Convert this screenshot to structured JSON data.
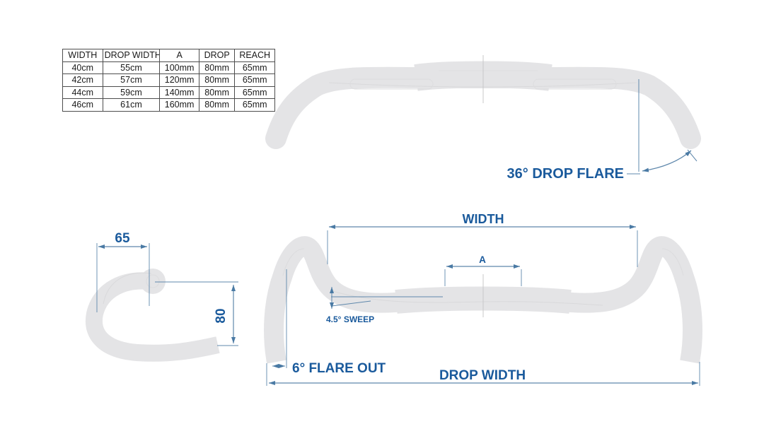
{
  "diagram_title": "drop-handlebar-geometry-diagram",
  "table": {
    "headers": [
      "WIDTH",
      "DROP WIDTH",
      "A",
      "DROP",
      "REACH"
    ],
    "rows": [
      [
        "40cm",
        "55cm",
        "100mm",
        "80mm",
        "65mm"
      ],
      [
        "42cm",
        "57cm",
        "120mm",
        "80mm",
        "65mm"
      ],
      [
        "44cm",
        "59cm",
        "140mm",
        "80mm",
        "65mm"
      ],
      [
        "46cm",
        "61cm",
        "160mm",
        "80mm",
        "65mm"
      ]
    ]
  },
  "annotations": {
    "drop_flare": "36° DROP FLARE",
    "width": "WIDTH",
    "a": "A",
    "sweep": "4.5° SWEEP",
    "flare_out": "6° FLARE OUT",
    "drop_width": "DROP WIDTH",
    "reach_value": "65",
    "drop_value": "80"
  },
  "colors": {
    "label_blue": "#1a5a9c",
    "dim_line_blue": "#5f88ac",
    "arrow_blue": "#4a7aa4",
    "bar_gray": "#e4e4e6",
    "bar_contour_gray": "#d9d9db",
    "centerline_gray": "#c8c8ca",
    "table_border": "#4d4d4d",
    "background": "#ffffff"
  }
}
